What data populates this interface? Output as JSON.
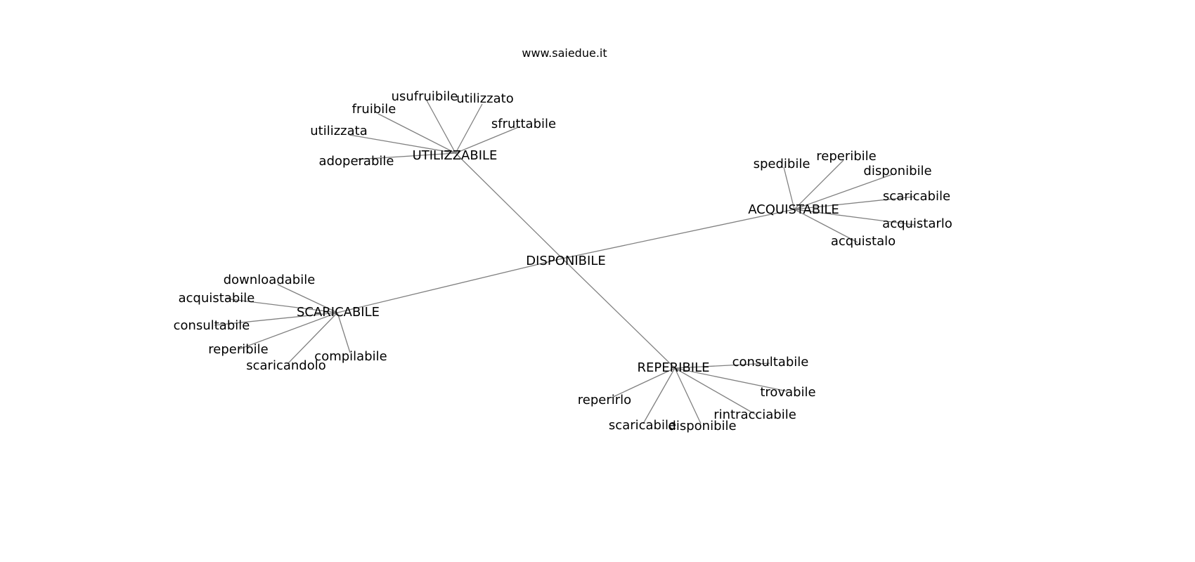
{
  "title": "www.saiedue.it",
  "root": "DISPONIBILE",
  "hubs": [
    {
      "label": "UTILIZZABILE",
      "children": [
        "usufruibile",
        "utilizzato",
        "fruibile",
        "sfruttabile",
        "utilizzata",
        "adoperabile"
      ]
    },
    {
      "label": "ACQUISTABILE",
      "children": [
        "spedibile",
        "reperibile",
        "disponibile",
        "scaricabile",
        "acquistarlo",
        "acquistalo"
      ]
    },
    {
      "label": "SCARICABILE",
      "children": [
        "downloadabile",
        "acquistabile",
        "consultabile",
        "reperibile",
        "scaricandolo",
        "compilabile"
      ]
    },
    {
      "label": "REPERIBILE",
      "children": [
        "consultabile",
        "trovabile",
        "rintracciabile",
        "disponibile",
        "scaricabile",
        "reperirlo"
      ]
    }
  ],
  "edge_color": "#808080"
}
